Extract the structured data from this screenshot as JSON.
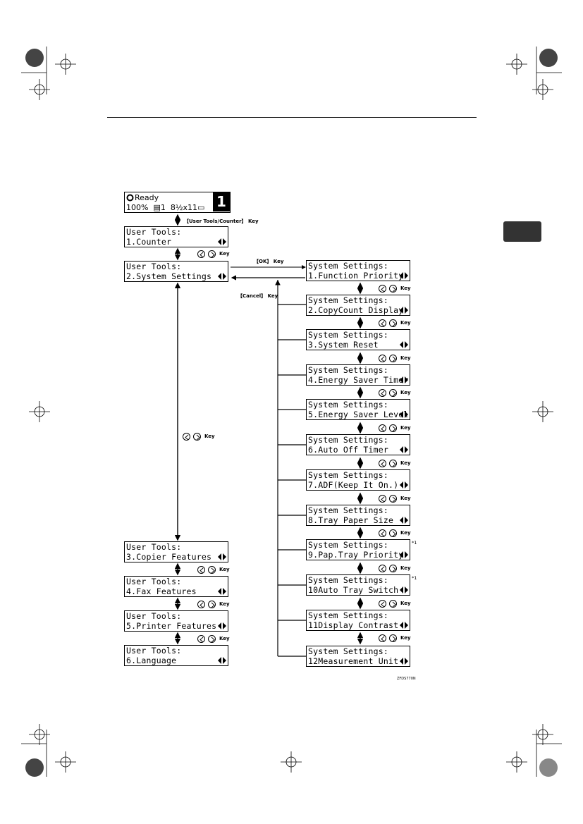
{
  "status_display": {
    "line1": "Ready",
    "line2": "100%  ▤1  8½x11▭",
    "number": "1"
  },
  "user_tools_key_label": "【User Tools/Counter】 Key",
  "ok_key_label": "【OK】 Key",
  "cancel_key_label": "【Cancel】 Key",
  "key_label": "Key",
  "footnote_mark": "*1",
  "figure_code": "ZFDS770N",
  "user_tools": [
    {
      "title": "User Tools:",
      "item": "1.Counter"
    },
    {
      "title": "User Tools:",
      "item": "2.System Settings"
    },
    {
      "title": "User Tools:",
      "item": "3.Copier Features"
    },
    {
      "title": "User Tools:",
      "item": "4.Fax Features"
    },
    {
      "title": "User Tools:",
      "item": "5.Printer Features"
    },
    {
      "title": "User Tools:",
      "item": "6.Language"
    }
  ],
  "system_settings": [
    {
      "title": "System Settings:",
      "item": "1.Function Priority"
    },
    {
      "title": "System Settings:",
      "item": "2.CopyCount Display"
    },
    {
      "title": "System Settings:",
      "item": "3.System Reset"
    },
    {
      "title": "System Settings:",
      "item": "4.Energy Saver Timer"
    },
    {
      "title": "System Settings:",
      "item": "5.Energy Saver Level"
    },
    {
      "title": "System Settings:",
      "item": "6.Auto Off Timer"
    },
    {
      "title": "System Settings:",
      "item": "7.ADF(Keep It On.)"
    },
    {
      "title": "System Settings:",
      "item": "8.Tray Paper Size"
    },
    {
      "title": "System Settings:",
      "item": "9.Pap.Tray Priority"
    },
    {
      "title": "System Settings:",
      "item": "10Auto Tray Switch"
    },
    {
      "title": "System Settings:",
      "item": "11Display Contrast"
    },
    {
      "title": "System Settings:",
      "item": "12Measurement Unit"
    }
  ]
}
